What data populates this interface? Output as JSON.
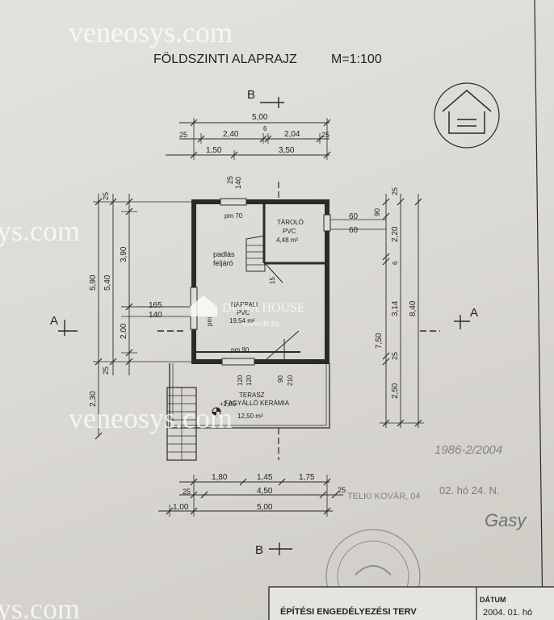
{
  "watermarks": {
    "top": "veneosys.com",
    "left": "ys.com",
    "middle": "veneosys.com",
    "bottom": "ys.com",
    "agency_name": "DUNA HOUSE",
    "agency_url": "www.dh.hu"
  },
  "drawing": {
    "title": "FÖLDSZINTI ALAPRAJZ",
    "scale": "M=1:100",
    "section_marks": {
      "b_top": "B",
      "b_bottom": "B",
      "a_left": "A",
      "a_right": "A"
    }
  },
  "dims_top": {
    "overall": "5,00",
    "seg_left": "25",
    "seg_a": "2,40",
    "seg_mid": "6",
    "seg_b": "2,04",
    "seg_right": "25",
    "row2_a": "1,50",
    "row2_b": "3,50",
    "door_25": "25",
    "door_140": "140"
  },
  "dims_left": {
    "total": "5,90",
    "inner": "5,40",
    "upper": "3,90",
    "lower": "2,00",
    "top_25": "25",
    "bot_25": "25",
    "terrace": "2,30",
    "win_165": "165",
    "win_140": "140"
  },
  "dims_right": {
    "top_25": "25",
    "d90": "90",
    "d220": "2,20",
    "d6": "6",
    "d314": "3,14",
    "d25": "25",
    "d250": "2,50",
    "total": "7,50",
    "overall": "8,40",
    "win_60a": "60",
    "win_60b": "60"
  },
  "dims_bottom": {
    "d180": "1,80",
    "d145": "1,45",
    "d175": "1,75",
    "d25a": "25",
    "d450": "4,50",
    "d25b": "25",
    "d100": "1,00",
    "d500": "5,00"
  },
  "rooms": {
    "storage_name": "TÁROLÓ",
    "storage_floor": "PVC",
    "storage_area": "4,48 m²",
    "living_name": "NAPPALI",
    "living_floor": "PVC",
    "living_area": "19,54 m²",
    "attic_1": "padlás",
    "attic_2": "feljáró",
    "pm70": "pm 70",
    "pm90": "pm 90",
    "pm": "pm",
    "d15": "15",
    "d120a": "120",
    "d120b": "120",
    "d90": "90",
    "d210": "210",
    "terrace_name": "TERASZ",
    "terrace_floor": "FAGYÁLLÓ KERÁMIA",
    "terrace_area": "12,50 m²",
    "level": "+2,85"
  },
  "stamp": {
    "date_ref": "1986-2/2004",
    "place": "TELKI KOVÁR, 04",
    "date_short": "02. hó 24. N.",
    "signature": "Gasy"
  },
  "title_block": {
    "plan_type": "ÉPÍTÉSI ENGEDÉLYEZÉSI TERV",
    "date_label": "DÁTUM",
    "date_value": "2004. 01. hó"
  }
}
